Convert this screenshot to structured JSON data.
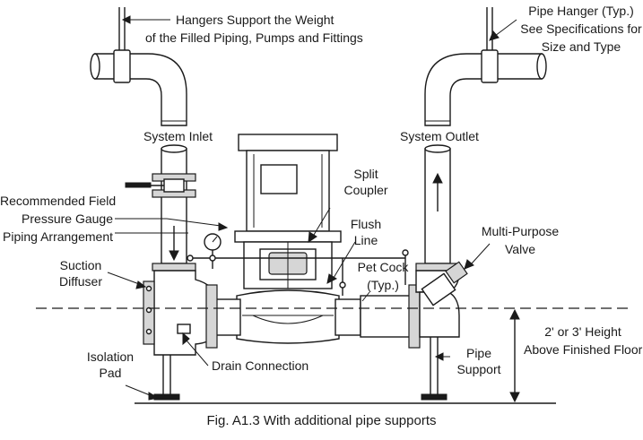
{
  "labels": {
    "hangers_support": [
      "Hangers Support the Weight",
      "of the Filled Piping, Pumps and Fittings"
    ],
    "pipe_hanger": [
      "Pipe Hanger (Typ.)",
      "See Specifications for",
      "Size and Type"
    ],
    "system_inlet": "System Inlet",
    "system_outlet": "System Outlet",
    "split_coupler": [
      "Split",
      "Coupler"
    ],
    "recommended_gauge": [
      "Recommended Field",
      "Pressure Gauge",
      "Piping Arrangement"
    ],
    "flush_line": [
      "Flush",
      "Line"
    ],
    "multi_purpose_valve": [
      "Multi-Purpose",
      "Valve"
    ],
    "pet_cock": [
      "Pet Cock",
      "(Typ.)"
    ],
    "suction_diffuser": [
      "Suction",
      "Diffuser"
    ],
    "height": [
      "2' or 3' Height",
      "Above Finished Floor"
    ],
    "isolation_pad": [
      "Isolation",
      "Pad"
    ],
    "drain_connection": "Drain Connection",
    "pipe_support": [
      "Pipe",
      "Support"
    ]
  },
  "caption": "Fig. A1.3  With additional pipe supports"
}
